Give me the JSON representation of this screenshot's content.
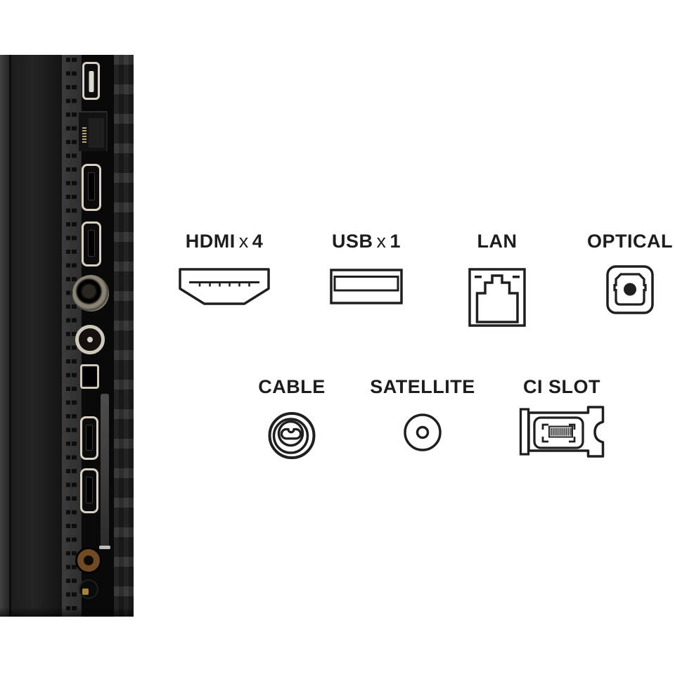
{
  "canvas": {
    "background": "#ffffff"
  },
  "colors": {
    "icon_stroke": "#1f1f1f",
    "label_color": "#1d1d1b",
    "photo_port_metal": "#d8d1c2"
  },
  "diagram": {
    "row1": [
      {
        "name": "HDMI",
        "times": "x",
        "count": "4",
        "icon": "hdmi-port-icon"
      },
      {
        "name": "USB",
        "times": "x",
        "count": "1",
        "icon": "usb-port-icon"
      },
      {
        "name": "LAN",
        "times": "",
        "count": "",
        "icon": "lan-port-icon"
      },
      {
        "name": "OPTICAL",
        "times": "",
        "count": "",
        "icon": "optical-port-icon"
      }
    ],
    "row2": [
      {
        "name": "CABLE",
        "icon": "cable-port-icon"
      },
      {
        "name": "SATELLITE",
        "icon": "satellite-port-icon"
      },
      {
        "name": "CI SLOT",
        "icon": "ci-slot-icon"
      }
    ]
  }
}
